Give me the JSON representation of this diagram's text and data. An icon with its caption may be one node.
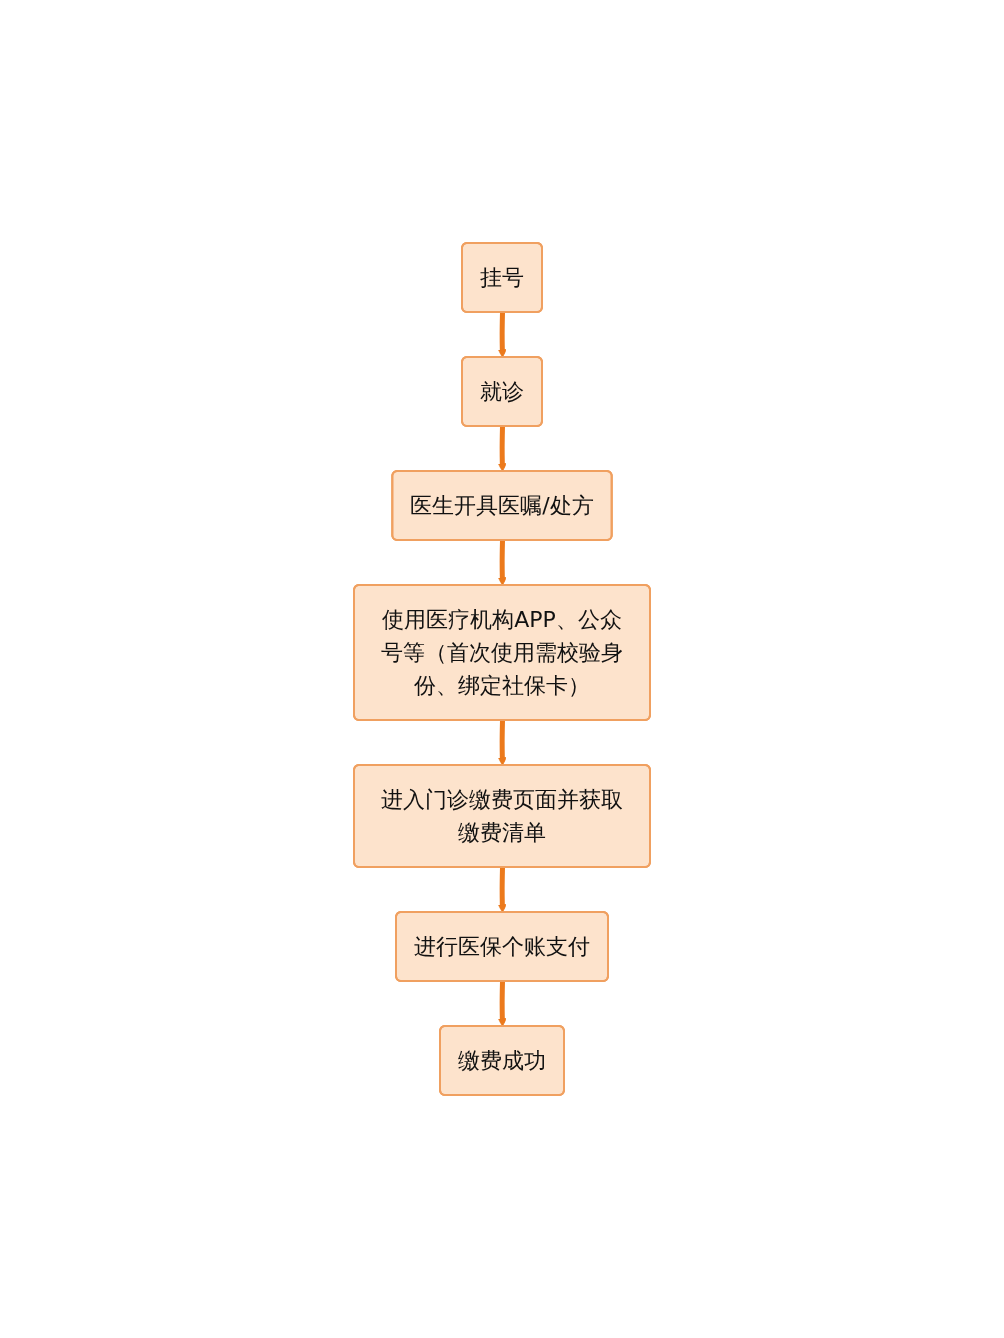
{
  "diagram": {
    "nodes": [
      {
        "text": [
          "挂号"
        ]
      },
      {
        "text": [
          "就诊"
        ]
      },
      {
        "text": [
          "医生开具医嘱/处方"
        ]
      },
      {
        "text": [
          "使用医疗机构APP、公众号等（首次使用需校验身份、绑定社保卡）"
        ]
      },
      {
        "text": [
          "进入门诊缴费页面并获取缴费清单"
        ]
      },
      {
        "text": [
          "进行医保个账支付"
        ]
      },
      {
        "text": [
          "缴费成功"
        ]
      }
    ],
    "edges": [
      {
        "from": 0,
        "to": 1,
        "arrow": "to"
      },
      {
        "from": 1,
        "to": 2,
        "arrow": "to"
      },
      {
        "from": 2,
        "to": 3,
        "arrow": "to"
      },
      {
        "from": 3,
        "to": 4,
        "arrow": "to"
      },
      {
        "from": 4,
        "to": 5,
        "arrow": "to"
      },
      {
        "from": 5,
        "to": 6,
        "arrow": "to"
      }
    ]
  }
}
